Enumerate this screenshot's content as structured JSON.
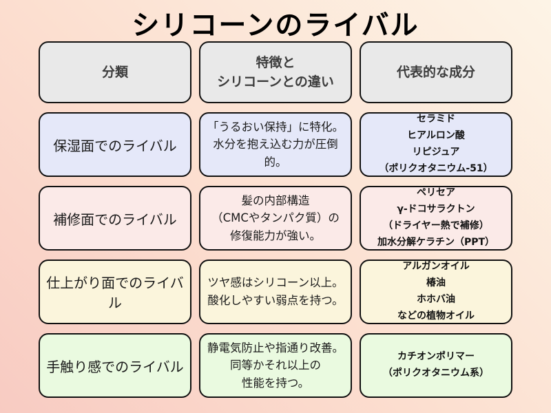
{
  "title": "シリコーンのライバル",
  "colors": {
    "background_top_right": "#FDF4E6",
    "background_bottom_left": "#F8CBC2",
    "border": "#101010",
    "header_fill": "#E9E9E9",
    "row_moisture_fill": "#E5E8F9",
    "row_repair_fill": "#FBEAE8",
    "row_finish_fill": "#FBF5DC",
    "row_touch_fill": "#EAFAE0"
  },
  "table": {
    "headers": {
      "category": "分類",
      "feature": "特徴と\nシリコーンとの違い",
      "ingredients": "代表的な成分"
    },
    "rows": [
      {
        "category": "保湿面でのライバル",
        "feature": "「うるおい保持」に特化。\n水分を抱え込む力が圧倒的。",
        "ingredients": "セラミド\nヒアルロン酸\nリピジュア\n（ポリクオタニウム-51）"
      },
      {
        "category": "補修面でのライバル",
        "feature": "髪の内部構造\n（CMCやタンパク質）の\n修復能力が強い。",
        "ingredients": "ペリセア\nγ-ドコサラクトン\n（ドライヤー熱で補修）\n加水分解ケラチン（PPT）"
      },
      {
        "category": "仕上がり面でのライバル",
        "feature": "ツヤ感はシリコーン以上。\n酸化しやすい弱点を持つ。",
        "ingredients": "アルガンオイル\n椿油\nホホバ油\nなどの植物オイル"
      },
      {
        "category": "手触り感でのライバル",
        "feature": "静電気防止や指通り改善。\n同等かそれ以上の\n性能を持つ。",
        "ingredients": "カチオンポリマー\n（ポリクオタニウム系）"
      }
    ]
  }
}
